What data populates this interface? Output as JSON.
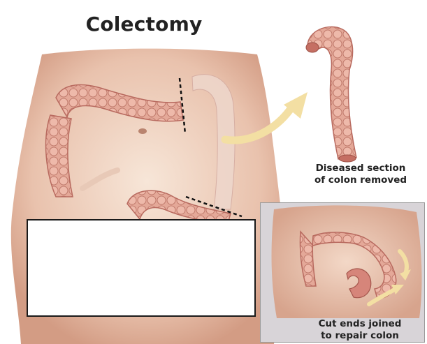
{
  "diagram": {
    "title": "Colectomy",
    "captions": {
      "removed": [
        "Diseased section",
        "of colon removed"
      ],
      "joined": [
        "Cut ends joined",
        "to repair colon"
      ]
    }
  },
  "colors": {
    "skin_light": "#f6e1d2",
    "skin_mid": "#dfad95",
    "colon_fill": "#e5a899",
    "colon_edge": "#b86a5f",
    "arrow": "#f3dfa3",
    "inset_bg": "#d8d4d8",
    "box_border": "#1a1a1a"
  }
}
